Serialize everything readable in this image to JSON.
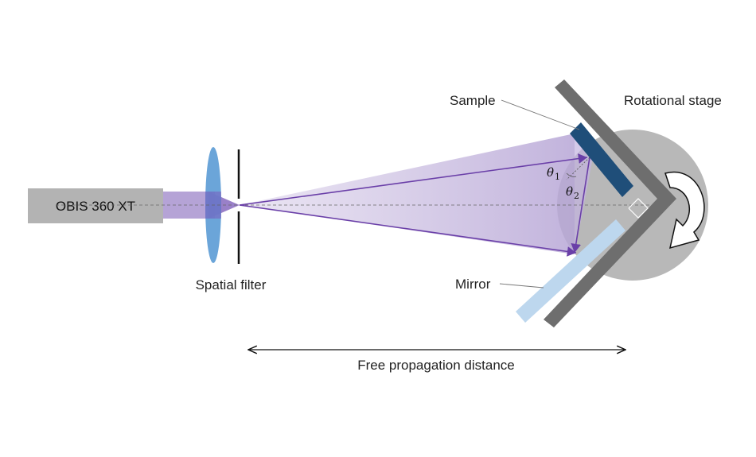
{
  "diagram": {
    "laser": {
      "label": "OBIS 360 XT"
    },
    "spatial_filter": {
      "label": "Spatial filter"
    },
    "sample": {
      "label": "Sample"
    },
    "mirror": {
      "label": "Mirror"
    },
    "rotational_stage": {
      "label": "Rotational stage"
    },
    "angles": {
      "theta1": {
        "symbol": "θ",
        "subscript": "1"
      },
      "theta2": {
        "symbol": "θ",
        "subscript": "2"
      }
    },
    "distance": {
      "label": "Free propagation distance"
    }
  },
  "colors": {
    "laser_body": "#b3b3b3",
    "beam": "#9e86c8",
    "beam_fill": "#c9bbe0",
    "ray": "#6a3fa8",
    "lens": "#5b9bd5",
    "stage_disc": "#b8b8b8",
    "stage_plate": "#6e6e6e",
    "sample": "#1f4e79",
    "mirror": "#bdd7ee"
  },
  "icons": [
    "rotation-arrow-icon",
    "right-angle-mark-icon"
  ]
}
